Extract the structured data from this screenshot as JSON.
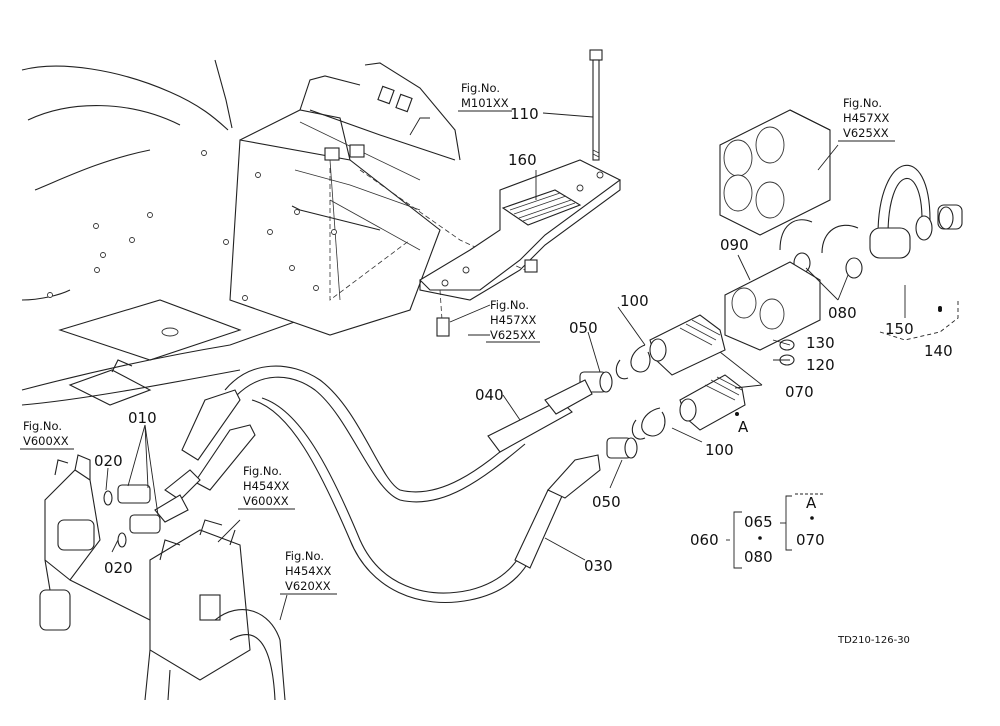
{
  "parts": {
    "p010": "010",
    "p020": "020",
    "p030": "030",
    "p040": "040",
    "p050": "050",
    "p060": "060",
    "p065": "065",
    "p070": "070",
    "p080": "080",
    "p090": "090",
    "p100": "100",
    "p110": "110",
    "p120": "120",
    "p130": "130",
    "p140": "140",
    "p150": "150",
    "p160": "160",
    "markA": "A"
  },
  "fig_refs": {
    "prefix": "Fig.No.",
    "m101": "M101XX",
    "h457": "H457XX",
    "v625": "V625XX",
    "v600": "V600XX",
    "h454": "H454XX",
    "v620": "V620XX"
  },
  "drawing_code": "TD210-126-30",
  "bullet": "•"
}
